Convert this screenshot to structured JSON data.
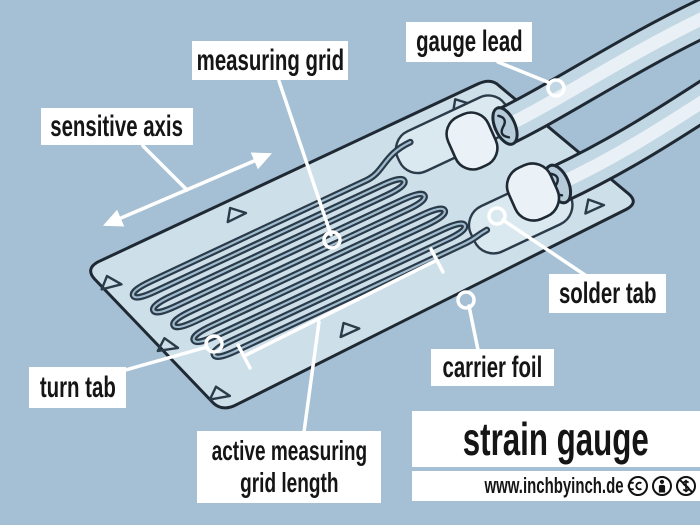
{
  "diagram_subject": "strain gauge",
  "colors": {
    "background": "#a5c0d4",
    "label_background": "#ffffff",
    "label_text": "#151515",
    "outline": "#1f2933",
    "carrier_foil_fill": "#cddfe9",
    "solder_pad_fill": "#dae8f0",
    "grid_conductor": "#2c3b49",
    "lead_fill": "#c2d7e4",
    "lead_highlight": "#e9f1f6",
    "annotation": "#ffffff"
  },
  "labels": {
    "measuring_grid": "measuring grid",
    "gauge_lead": "gauge lead",
    "sensitive_axis": "sensitive axis",
    "solder_tab": "solder tab",
    "carrier_foil": "carrier foil",
    "turn_tab": "turn tab",
    "active_grid_length": [
      "active measuring",
      "grid length"
    ]
  },
  "title": "strain gauge",
  "footer": {
    "website": "www.inchbyinch.de",
    "license_icons": [
      "cc-icon",
      "attribution-icon",
      "non-commercial-icon"
    ]
  }
}
